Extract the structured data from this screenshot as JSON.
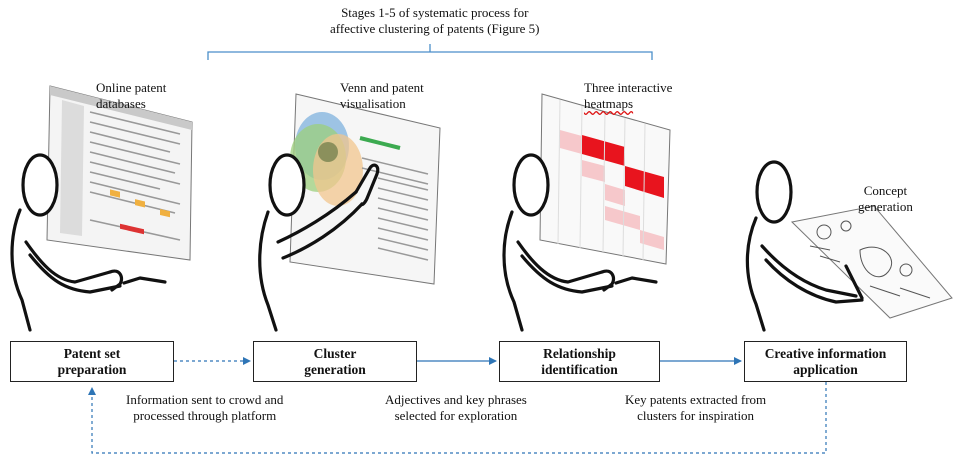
{
  "header": {
    "line1": "Stages 1-5 of  systematic process for",
    "line2": "affective clustering of patents (Figure 5)"
  },
  "screens": [
    {
      "line1": "Online patent",
      "line2": "databases"
    },
    {
      "line1": "Venn and patent",
      "line2": "visualisation"
    },
    {
      "line1": "Three interactive",
      "line2": "heatmaps"
    },
    {
      "line1": "Concept",
      "line2": "generation"
    }
  ],
  "stages": [
    {
      "line1": "Patent set",
      "line2": "preparation"
    },
    {
      "line1": "Cluster",
      "line2": "generation"
    },
    {
      "line1": "Relationship",
      "line2": "identification"
    },
    {
      "line1": "Creative information",
      "line2": "application"
    }
  ],
  "transitions": [
    {
      "line1": "Information sent to crowd and",
      "line2": "processed through platform"
    },
    {
      "line1": "Adjectives and key phrases",
      "line2": "selected for exploration"
    },
    {
      "line1": "Key patents extracted from",
      "line2": "clusters for inspiration"
    }
  ],
  "colors": {
    "bracket": "#4a8ec9",
    "arrow": "#2e75b6",
    "heatmap": "#e8141e",
    "venn_green": "#9ccf7c",
    "venn_blue": "#7fb2de",
    "venn_orange": "#f2c58e"
  },
  "icons": [
    "person-at-screen-icon",
    "person-pointing-icon",
    "person-at-screen-icon",
    "person-drawing-icon"
  ]
}
